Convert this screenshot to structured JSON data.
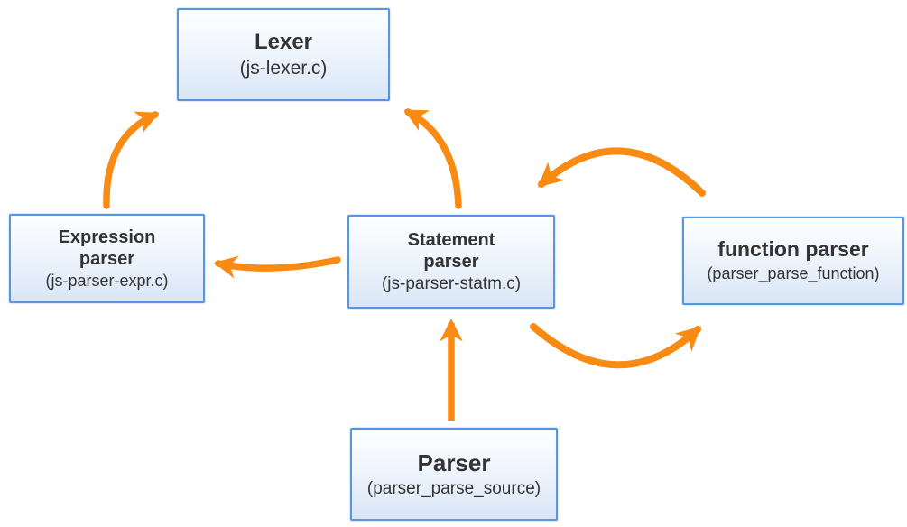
{
  "diagram": {
    "arrow_color": "#F98A12",
    "box_border_color": "#5796e3",
    "box_fill_top": "#fdfeff",
    "box_fill_bottom": "#d9e6f7",
    "text_color": "#333333",
    "nodes": {
      "lexer": {
        "title": "Lexer",
        "subtitle": "(js-lexer.c)"
      },
      "expression_parser": {
        "title": "Expression\nparser",
        "subtitle": "(js-parser-expr.c)"
      },
      "statement_parser": {
        "title": "Statement\nparser",
        "subtitle": "(js-parser-statm.c)"
      },
      "function_parser": {
        "title": "function parser",
        "subtitle": "(parser_parse_function)"
      },
      "parser": {
        "title": "Parser",
        "subtitle": "(parser_parse_source)"
      }
    },
    "edges": [
      {
        "from": "expression_parser",
        "to": "lexer"
      },
      {
        "from": "statement_parser",
        "to": "lexer"
      },
      {
        "from": "statement_parser",
        "to": "expression_parser"
      },
      {
        "from": "function_parser",
        "to": "statement_parser"
      },
      {
        "from": "statement_parser",
        "to": "function_parser"
      },
      {
        "from": "parser",
        "to": "statement_parser"
      }
    ]
  }
}
